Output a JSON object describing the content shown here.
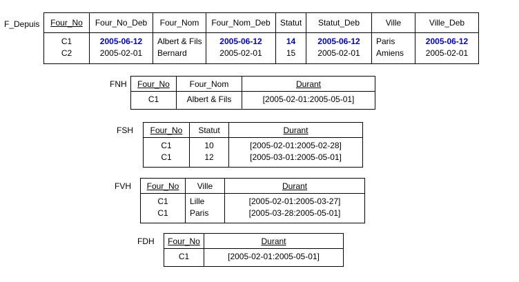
{
  "colors": {
    "highlight": "#0000cc",
    "border": "#000000",
    "text": "#000000",
    "background": "#ffffff"
  },
  "f_depuis": {
    "label": "F_Depuis",
    "headers": [
      "Four_No",
      "Four_No_Deb",
      "Four_Nom",
      "Four_Nom_Deb",
      "Statut",
      "Statut_Deb",
      "Ville",
      "Ville_Deb"
    ],
    "rows": [
      [
        "C1",
        "2005-06-12",
        "Albert & Fils",
        "2005-06-12",
        "14",
        "2005-06-12",
        "Paris",
        "2005-06-12"
      ],
      [
        "C2",
        "2005-02-01",
        "Bernard",
        "2005-02-01",
        "15",
        "2005-02-01",
        "Amiens",
        "2005-02-01"
      ]
    ]
  },
  "fnh": {
    "label": "FNH",
    "headers": [
      "Four_No",
      "Four_Nom",
      "Durant"
    ],
    "rows": [
      [
        "C1",
        "Albert & Fils",
        "[2005-02-01:2005-05-01]"
      ]
    ]
  },
  "fsh": {
    "label": "FSH",
    "headers": [
      "Four_No",
      "Statut",
      "Durant"
    ],
    "rows": [
      [
        "C1",
        "10",
        "[2005-02-01:2005-02-28]"
      ],
      [
        "C1",
        "12",
        "[2005-03-01:2005-05-01]"
      ]
    ]
  },
  "fvh": {
    "label": "FVH",
    "headers": [
      "Four_No",
      "Ville",
      "Durant"
    ],
    "rows": [
      [
        "C1",
        "Lille",
        "[2005-02-01:2005-03-27]"
      ],
      [
        "C1",
        "Paris",
        "[2005-03-28:2005-05-01]"
      ]
    ]
  },
  "fdh": {
    "label": "FDH",
    "headers": [
      "Four_No",
      "Durant"
    ],
    "rows": [
      [
        "C1",
        "[2005-02-01:2005-05-01]"
      ]
    ]
  }
}
